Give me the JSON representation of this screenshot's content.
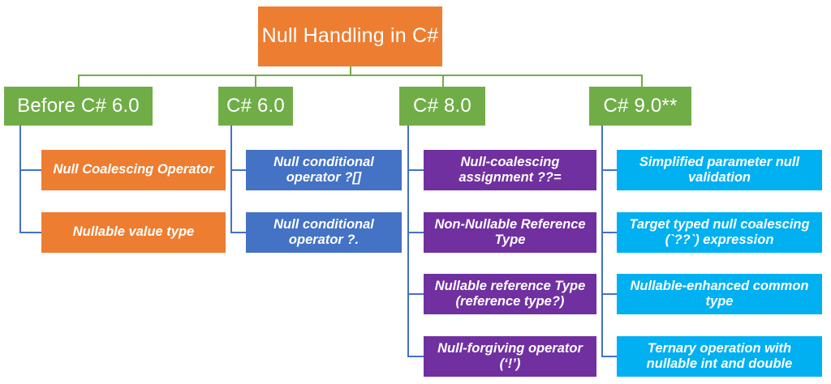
{
  "diagram": {
    "title": "Null Handling in C#",
    "root": {
      "label": "Null Handling in C#",
      "color": "#ED7D31"
    },
    "version_color": "#70AD47",
    "columns": [
      {
        "label": "Before C# 6.0",
        "color": "#ED7D31",
        "items": [
          "Null Coalescing Operator",
          "Nullable value type"
        ]
      },
      {
        "label": "C# 6.0",
        "color": "#4472C4",
        "items": [
          "Null conditional operator ?[]",
          "Null conditional operator ?."
        ]
      },
      {
        "label": "C# 8.0",
        "color": "#7030A0",
        "items": [
          "Null-coalescing assignment ??=",
          "Non-Nullable Reference Type",
          "Nullable reference Type (reference type?)",
          "Null-forgiving operator (‘!’)"
        ]
      },
      {
        "label": "C# 9.0**",
        "color": "#00B0F0",
        "items": [
          "Simplified parameter null validation",
          "Target typed null coalescing (`??`) expression",
          "Nullable-enhanced common type",
          "Ternary operation with nullable int and double"
        ]
      }
    ],
    "connector_color": "#4472C4"
  }
}
